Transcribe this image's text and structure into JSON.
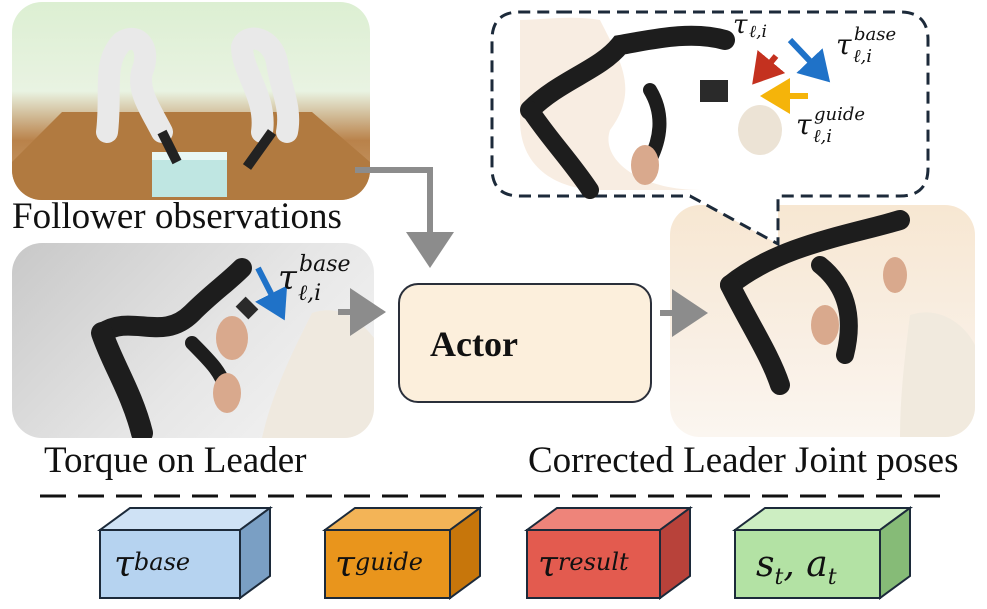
{
  "captions": {
    "follower": "Follower observations",
    "leader": "Torque on Leader",
    "corrected": "Corrected Leader Joint poses"
  },
  "actor": {
    "label": "Actor"
  },
  "annotations": {
    "tau_leader_base": {
      "symbol": "τ",
      "sup": "base",
      "sub": "ℓ,i"
    },
    "tau_bubble_top": {
      "symbol": "τ",
      "sub": "ℓ,i"
    },
    "tau_bubble_base": {
      "symbol": "τ",
      "sup": "base",
      "sub": "ℓ,i"
    },
    "tau_bubble_guide": {
      "symbol": "τ",
      "sup": "guide",
      "sub": "ℓ,i"
    }
  },
  "legend": [
    {
      "symbol": "τ",
      "sup": "base",
      "color": "#b6d3f0",
      "side": "#7a9fc4"
    },
    {
      "symbol": "τ",
      "sup": "guide",
      "color": "#e9951c",
      "side": "#c7760b"
    },
    {
      "symbol": "τ",
      "sup": "result",
      "color": "#e35b4f",
      "side": "#b8423a"
    },
    {
      "symbol": "s",
      "sub1": "t",
      "mid": ", a",
      "sub2": "t",
      "color": "#b3e2a4",
      "side": "#86bb77"
    }
  ],
  "colors": {
    "arrow_gray": "#8c8c8c",
    "base_arrow": "#1f72c8",
    "guide_arrow": "#f5b40a",
    "result_arrow": "#c4311f"
  }
}
